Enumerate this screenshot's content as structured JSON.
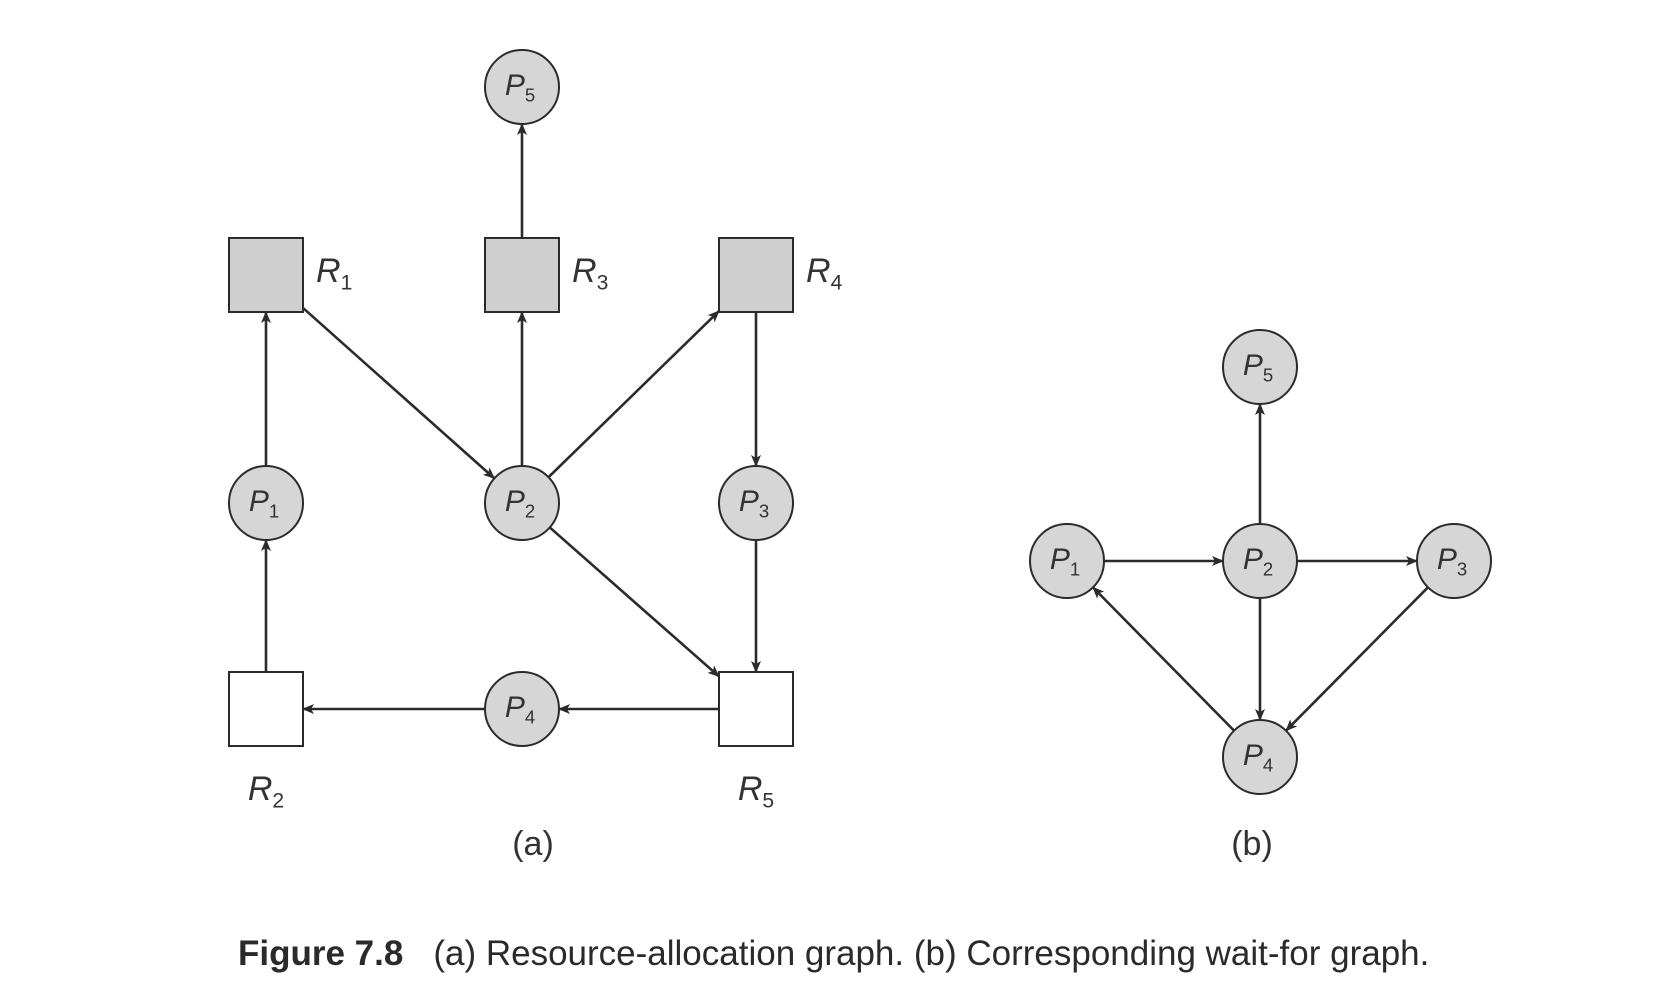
{
  "colors": {
    "stroke": "#2b2b2b",
    "node_fill": "#d6d6d6",
    "resource_fill": "#cfcfcf",
    "empty_fill": "#ffffff",
    "text": "#333333"
  },
  "panels": [
    {
      "label": "(a)",
      "nodes": [
        {
          "id": "a-P5",
          "kind": "process",
          "letter": "P",
          "sub": "5"
        },
        {
          "id": "a-R1",
          "kind": "resource",
          "letter": "R",
          "sub": "1",
          "shaded": true
        },
        {
          "id": "a-R3",
          "kind": "resource",
          "letter": "R",
          "sub": "3",
          "shaded": true
        },
        {
          "id": "a-R4",
          "kind": "resource",
          "letter": "R",
          "sub": "4",
          "shaded": true
        },
        {
          "id": "a-P1",
          "kind": "process",
          "letter": "P",
          "sub": "1"
        },
        {
          "id": "a-P2",
          "kind": "process",
          "letter": "P",
          "sub": "2"
        },
        {
          "id": "a-P3",
          "kind": "process",
          "letter": "P",
          "sub": "3"
        },
        {
          "id": "a-R2",
          "kind": "resource",
          "letter": "R",
          "sub": "2",
          "shaded": false
        },
        {
          "id": "a-P4",
          "kind": "process",
          "letter": "P",
          "sub": "4"
        },
        {
          "id": "a-R5",
          "kind": "resource",
          "letter": "R",
          "sub": "5",
          "shaded": false
        }
      ],
      "edges": [
        [
          "a-R3",
          "a-P5"
        ],
        [
          "a-P1",
          "a-R1"
        ],
        [
          "a-R1",
          "a-P2"
        ],
        [
          "a-P2",
          "a-R3"
        ],
        [
          "a-P2",
          "a-R4"
        ],
        [
          "a-R4",
          "a-P3"
        ],
        [
          "a-R2",
          "a-P1"
        ],
        [
          "a-P2",
          "a-R5"
        ],
        [
          "a-P3",
          "a-R5"
        ],
        [
          "a-R5",
          "a-P4"
        ],
        [
          "a-P4",
          "a-R2"
        ]
      ]
    },
    {
      "label": "(b)",
      "nodes": [
        {
          "id": "b-P5",
          "kind": "process",
          "letter": "P",
          "sub": "5"
        },
        {
          "id": "b-P1",
          "kind": "process",
          "letter": "P",
          "sub": "1"
        },
        {
          "id": "b-P2",
          "kind": "process",
          "letter": "P",
          "sub": "2"
        },
        {
          "id": "b-P3",
          "kind": "process",
          "letter": "P",
          "sub": "3"
        },
        {
          "id": "b-P4",
          "kind": "process",
          "letter": "P",
          "sub": "4"
        }
      ],
      "edges": [
        [
          "b-P1",
          "b-P2"
        ],
        [
          "b-P2",
          "b-P3"
        ],
        [
          "b-P2",
          "b-P5"
        ],
        [
          "b-P2",
          "b-P4"
        ],
        [
          "b-P3",
          "b-P4"
        ],
        [
          "b-P4",
          "b-P1"
        ]
      ]
    }
  ],
  "caption": {
    "number": "Figure 7.8",
    "text": "(a) Resource-allocation graph. (b) Corresponding wait-for graph."
  }
}
